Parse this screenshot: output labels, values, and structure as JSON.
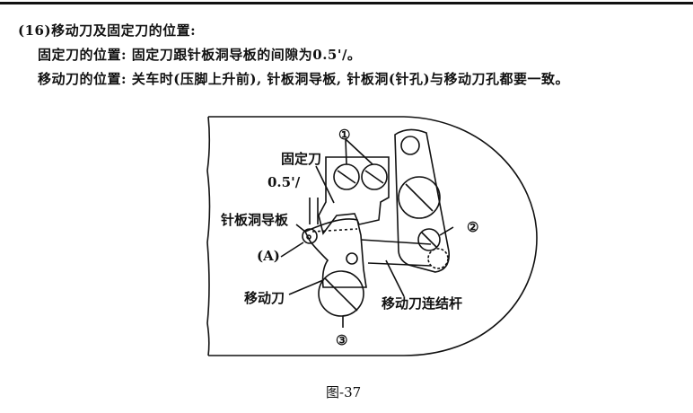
{
  "heading": "(16)移动刀及固定刀的位置:",
  "lines": [
    "固定刀的位置: 固定刀跟针板洞导板的间隙为0.5'/。",
    "移动刀的位置: 关车时(压脚上升前), 针板洞导板, 针板洞(针孔)与移动刀孔都要一致。"
  ],
  "diagram": {
    "labels": {
      "marker1": "①",
      "fixed_knife": "固定刀",
      "gap": "0.5'/",
      "needle_plate_guide": "针板洞导板",
      "point_a": "(A)",
      "marker2": "②",
      "moving_knife": "移动刀",
      "link_rod": "移动刀连结杆",
      "marker3": "③"
    },
    "caption": "图-37"
  }
}
